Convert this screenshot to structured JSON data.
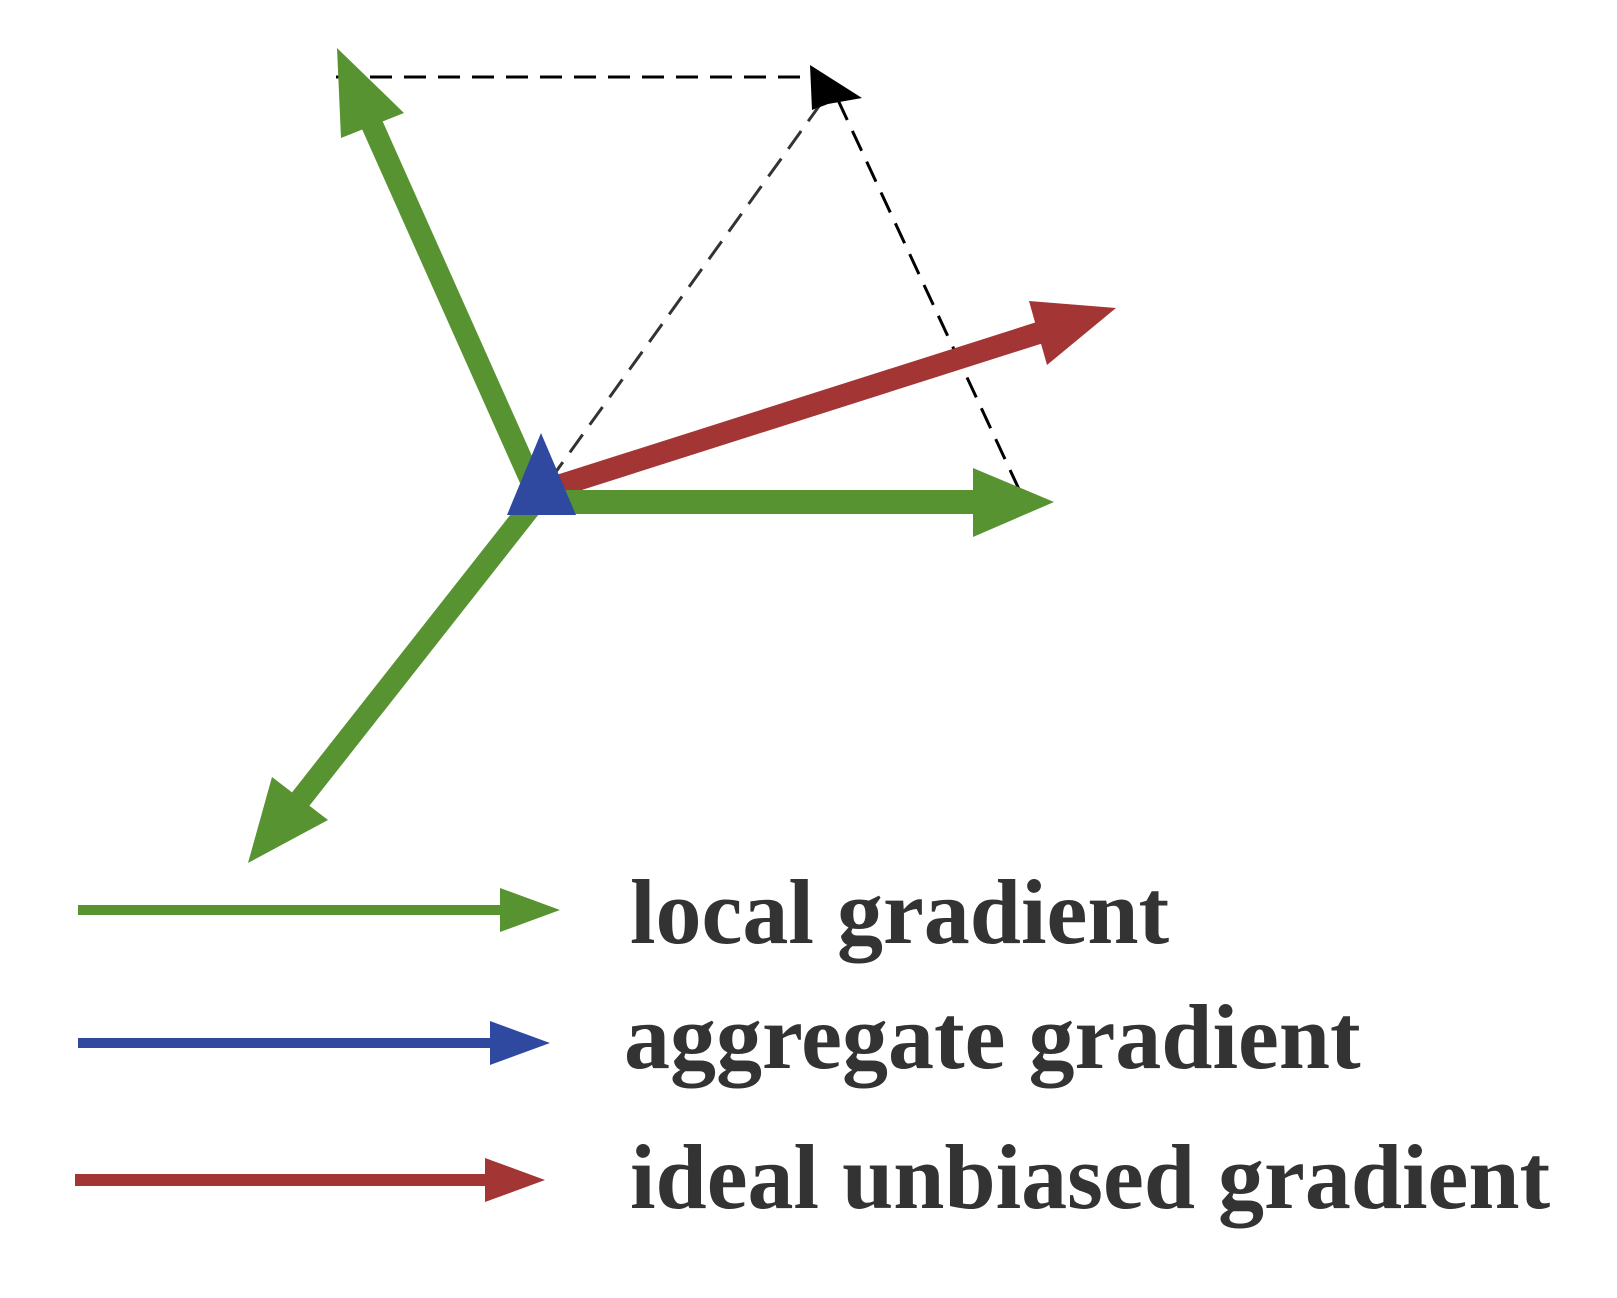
{
  "legend": {
    "items": [
      {
        "label": "local gradient",
        "color": "#589331"
      },
      {
        "label": "aggregate gradient",
        "color": "#2F48A0"
      },
      {
        "label": "ideal unbiased gradient",
        "color": "#A33535"
      }
    ]
  },
  "colors": {
    "local": "#589331",
    "aggregate": "#2F48A0",
    "ideal": "#A33535",
    "construction_lines": "#000000",
    "text": "#333333"
  },
  "elements": {
    "local_gradient_count": 3,
    "construction_lines": "dashed",
    "marker": "triangle"
  }
}
